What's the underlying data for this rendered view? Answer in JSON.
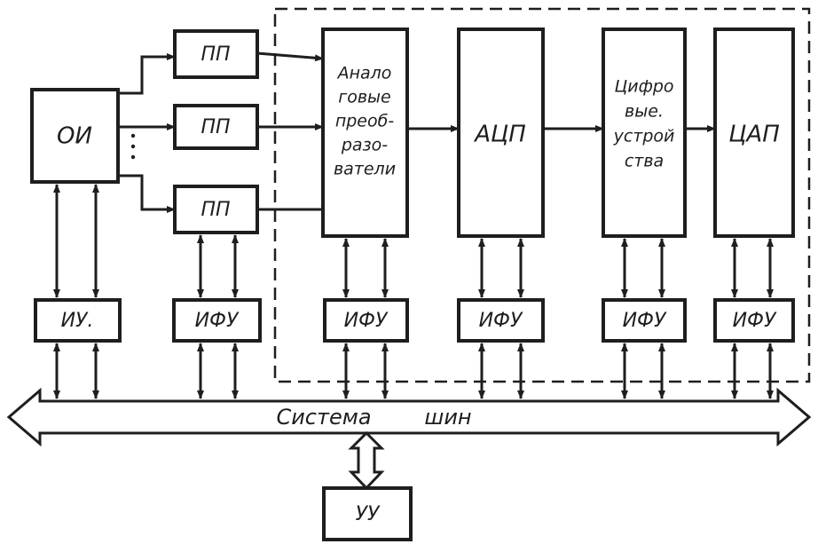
{
  "blocks": {
    "oi": "ОИ",
    "pp1": "ПП",
    "pp2": "ПП",
    "pp3": "ПП",
    "analog_lines": [
      "Анало",
      "говые",
      "преоб-",
      "разо-",
      "ватели"
    ],
    "adc": "АЦП",
    "digital_lines": [
      "Цифро",
      "вые.",
      "устрой",
      "ства"
    ],
    "dac": "ЦАП",
    "iu": "ИУ.",
    "ifu_pp": "ИФУ",
    "ifu_analog": "ИФУ",
    "ifu_adc": "ИФУ",
    "ifu_digital": "ИФУ",
    "ifu_dac": "ИФУ",
    "uu": "УУ"
  },
  "bus": {
    "label_part1": "Система",
    "label_part2": "шин"
  },
  "colors": {
    "ink": "#1e1e1e",
    "paper": "#ffffff"
  }
}
